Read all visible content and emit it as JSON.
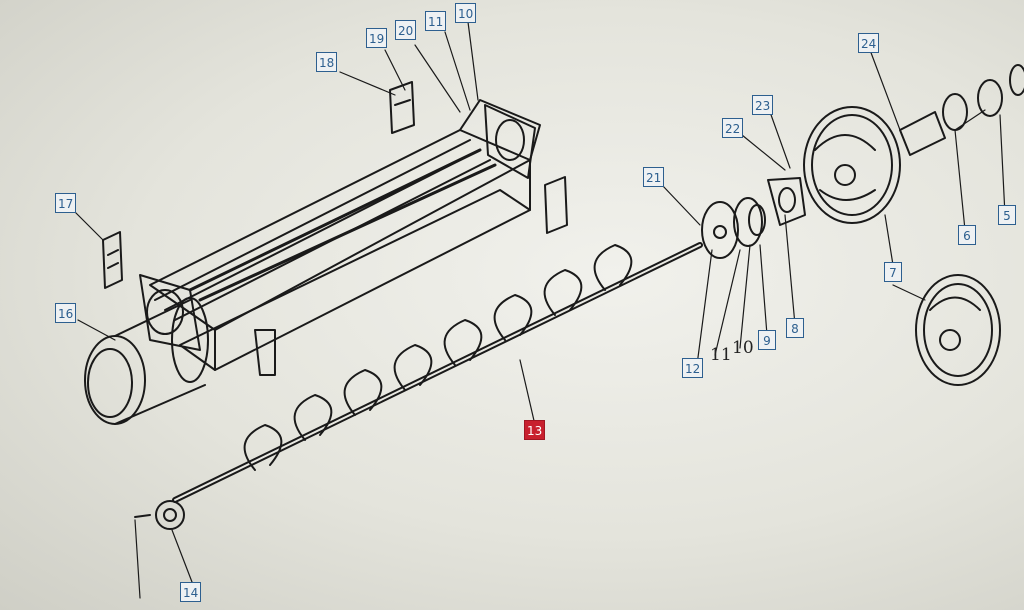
{
  "diagram": {
    "callouts": [
      {
        "id": "c10",
        "label": "10"
      },
      {
        "id": "c11",
        "label": "11"
      },
      {
        "id": "c20",
        "label": "20"
      },
      {
        "id": "c19",
        "label": "19"
      },
      {
        "id": "c18",
        "label": "18"
      },
      {
        "id": "c17",
        "label": "17"
      },
      {
        "id": "c16",
        "label": "16"
      },
      {
        "id": "c21",
        "label": "21"
      },
      {
        "id": "c22",
        "label": "22"
      },
      {
        "id": "c23",
        "label": "23"
      },
      {
        "id": "c24",
        "label": "24"
      },
      {
        "id": "c5",
        "label": "5"
      },
      {
        "id": "c6",
        "label": "6"
      },
      {
        "id": "c7",
        "label": "7"
      },
      {
        "id": "c8",
        "label": "8"
      },
      {
        "id": "c9",
        "label": "9"
      },
      {
        "id": "c12",
        "label": "12"
      },
      {
        "id": "c13",
        "label": "13",
        "active": true
      },
      {
        "id": "c14",
        "label": "14"
      }
    ],
    "plain_labels": [
      {
        "id": "p11",
        "label": "11"
      },
      {
        "id": "p10",
        "label": "10"
      }
    ],
    "colors": {
      "line": "#1a1a1a",
      "callout_border": "#2d5f8f",
      "active_callout": "#c8202e"
    }
  }
}
